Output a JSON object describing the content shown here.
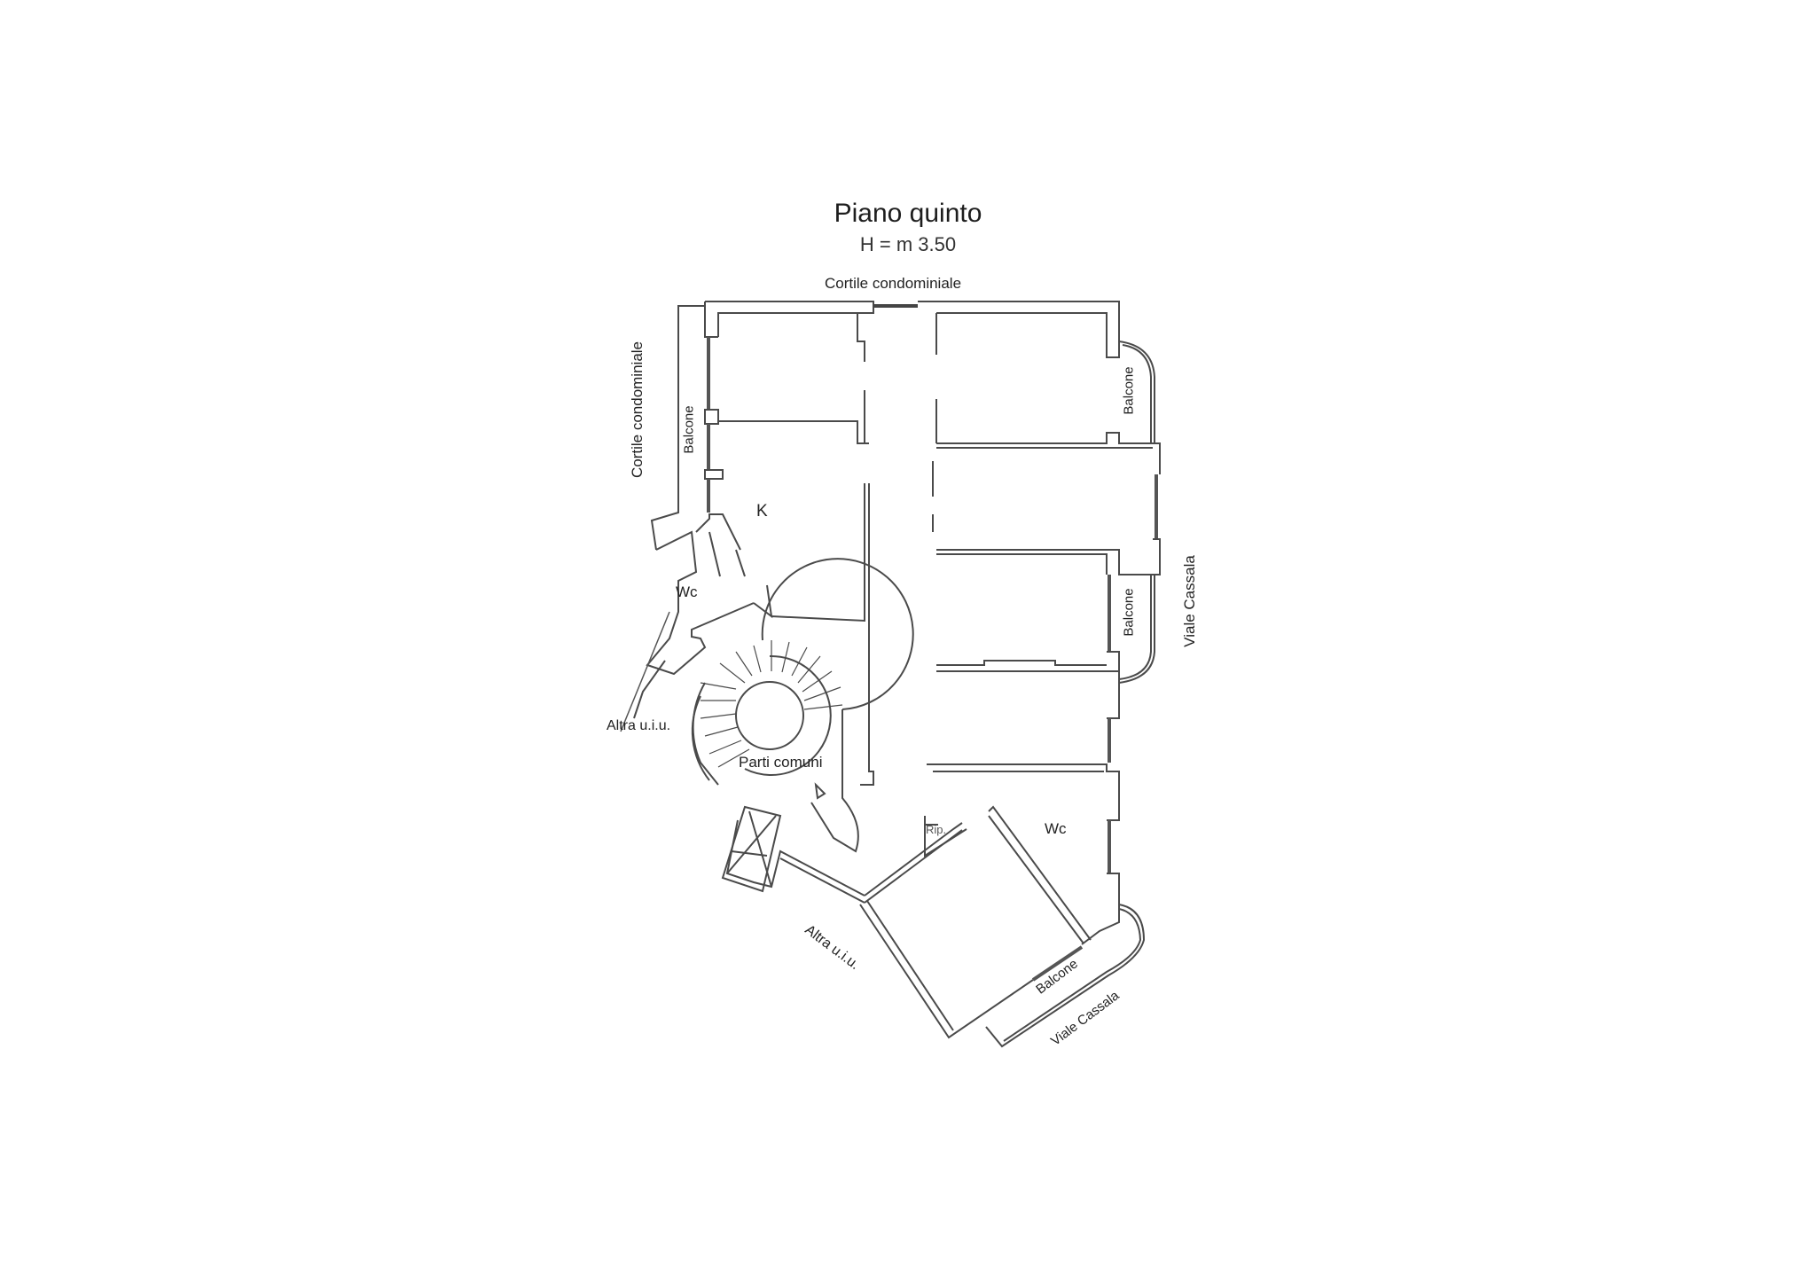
{
  "plan": {
    "title": "Piano quinto",
    "height_label": "H = m 3.50"
  },
  "labels": {
    "cortile_top": "Cortile condominiale",
    "cortile_left": "Cortile condominiale",
    "balcone_left": "Balcone",
    "balcone_right_top": "Balcone",
    "balcone_right_mid": "Balcone",
    "balcone_bottom": "Balcone",
    "viale_right": "Viale Cassala",
    "viale_bottom": "Viale Cassala",
    "altra_left": "Altra u.i.u.",
    "altra_bottom": "Altra u.i.u.",
    "room_k": "K",
    "room_wc_left": "Wc",
    "room_wc_right": "Wc",
    "parti_comuni": "Parti comuni",
    "rip": "Rip."
  },
  "colors": {
    "wall": "#4a4a4a",
    "window": "#555555",
    "background": "#ffffff"
  }
}
